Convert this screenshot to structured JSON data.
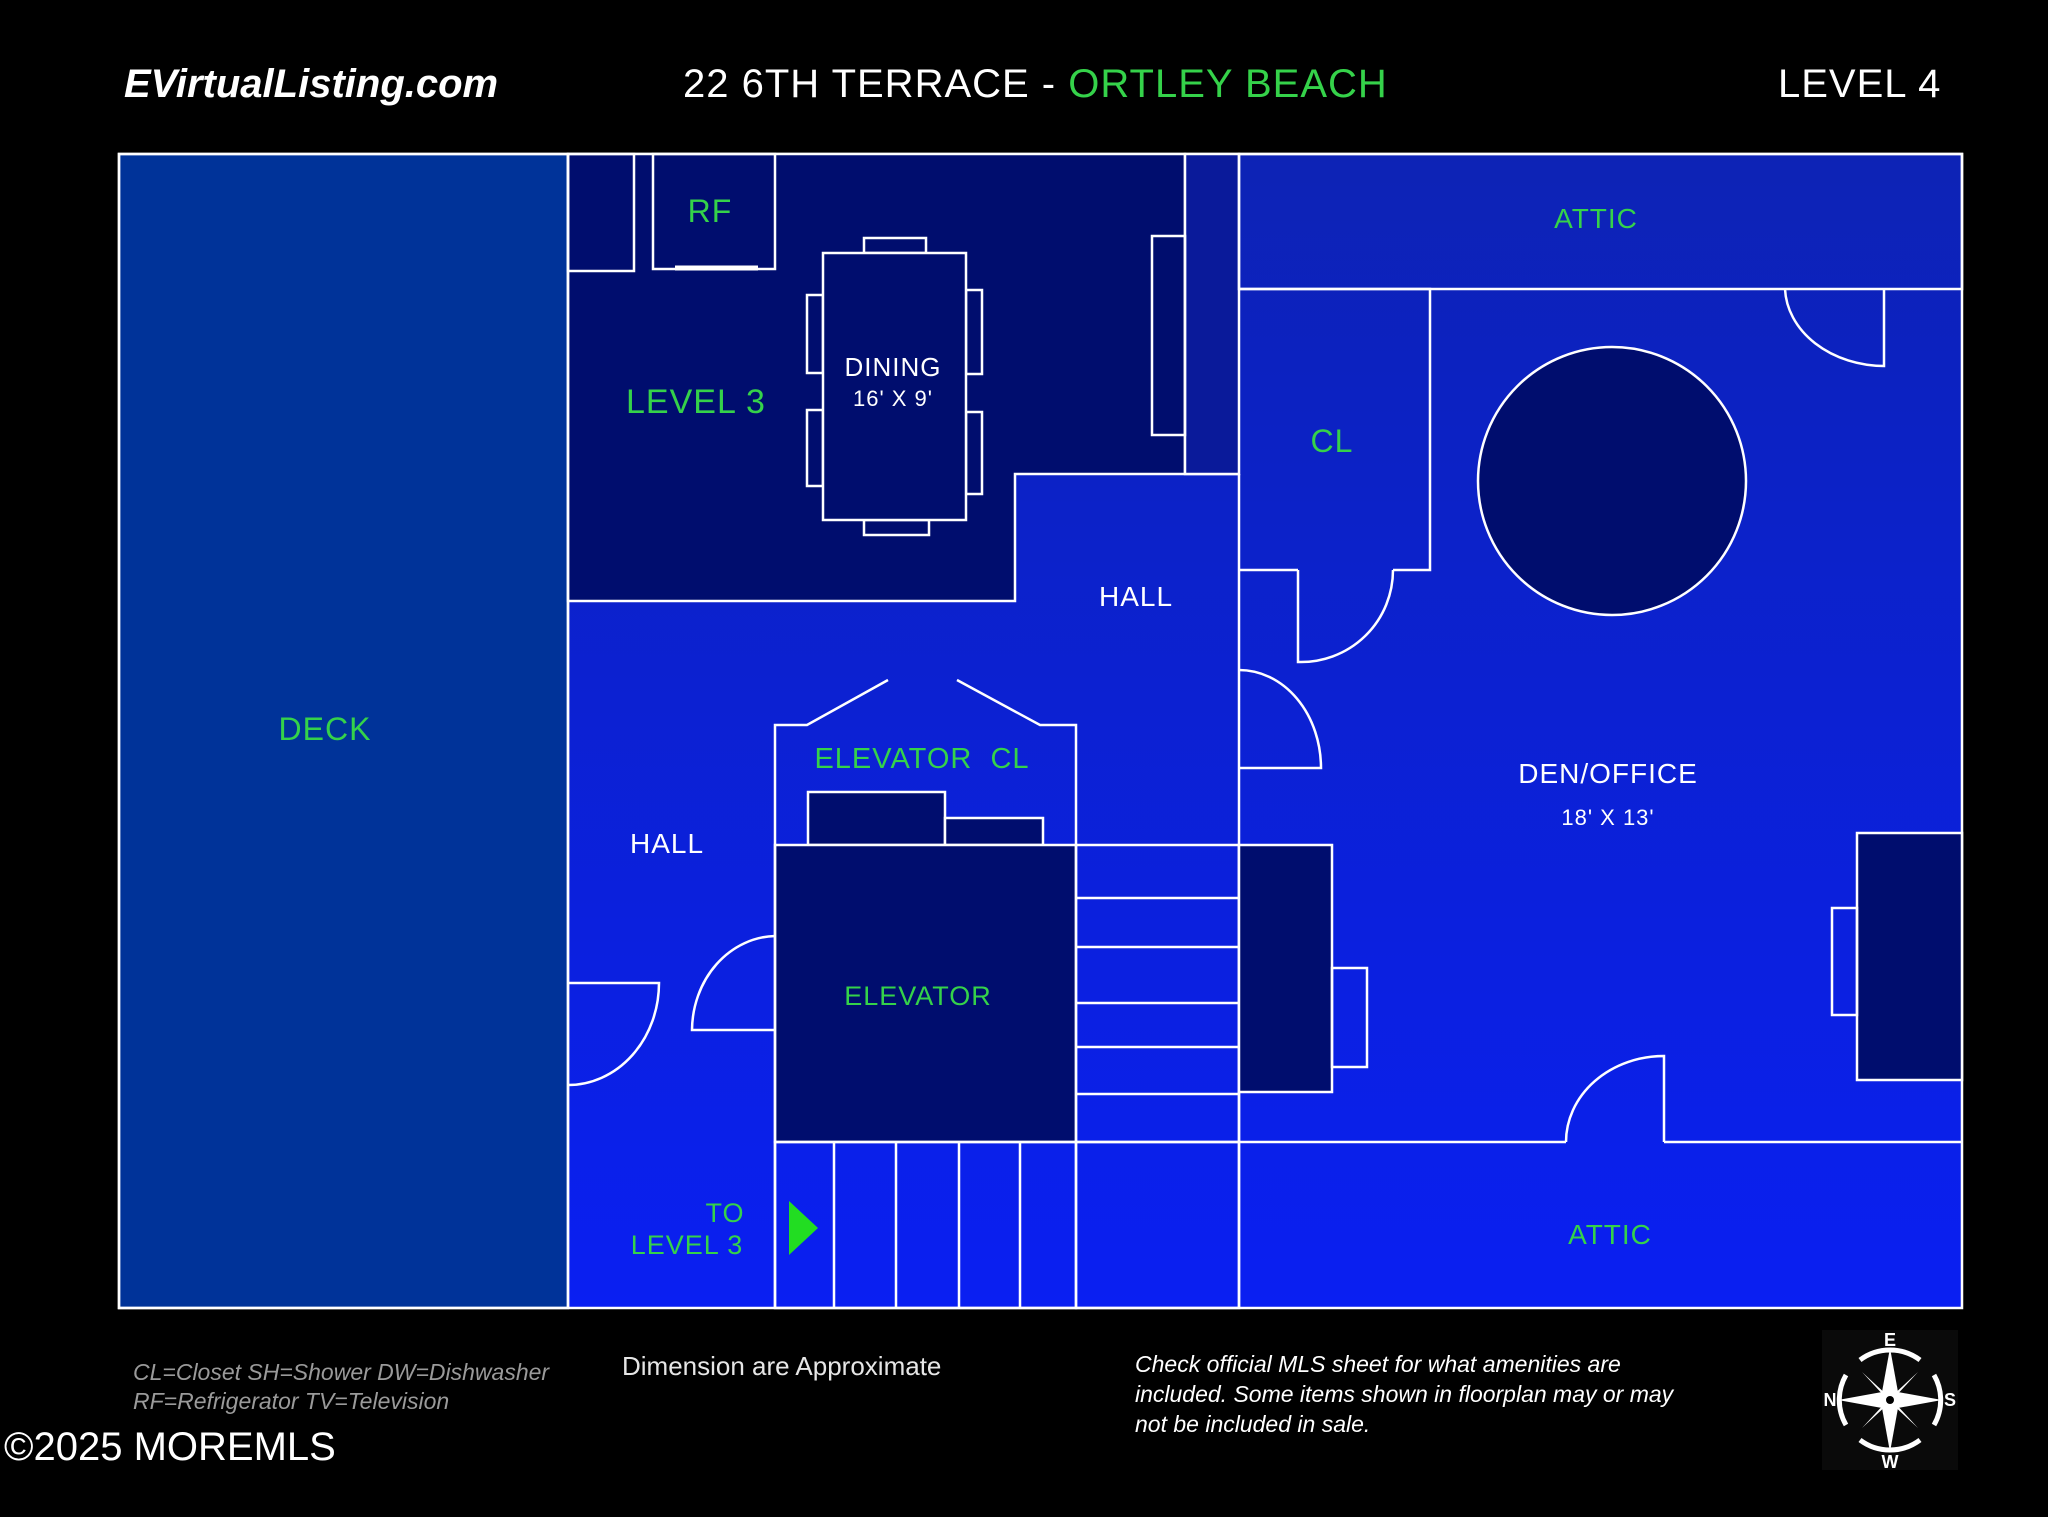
{
  "header": {
    "site": "EVirtualListing.com",
    "address": "22 6TH TERRACE - ",
    "location": "ORTLEY BEACH",
    "level": "LEVEL 4"
  },
  "rooms": {
    "deck": "DECK",
    "rf": "RF",
    "level3": "LEVEL 3",
    "dining": "DINING",
    "dining_dim": "16' X 9'",
    "attic_top": "ATTIC",
    "cl": "CL",
    "hall_upper": "HALL",
    "den": "DEN/OFFICE",
    "den_dim": "18' X 13'",
    "elevator_cl": "ELEVATOR  CL",
    "hall_left": "HALL",
    "elevator": "ELEVATOR",
    "to": "TO",
    "to_level3": "LEVEL 3",
    "attic_bottom": "ATTIC"
  },
  "footer": {
    "legend_line1": "CL=Closet  SH=Shower  DW=Dishwasher",
    "legend_line2": "RF=Refrigerator  TV=Television",
    "dimension_note": "Dimension are Approximate",
    "mls_note": "Check official MLS sheet for what amenities are included. Some items shown in floorplan may or may not be included in sale.",
    "copyright": "©2025 MOREMLS"
  },
  "compass": {
    "n": "N",
    "e": "E",
    "s": "S",
    "w": "W"
  },
  "colors": {
    "deck": "#003399",
    "room_dark": "#000d6e",
    "line": "#ffffff",
    "green_label": "#35d24a",
    "arrow": "#22dd22"
  }
}
